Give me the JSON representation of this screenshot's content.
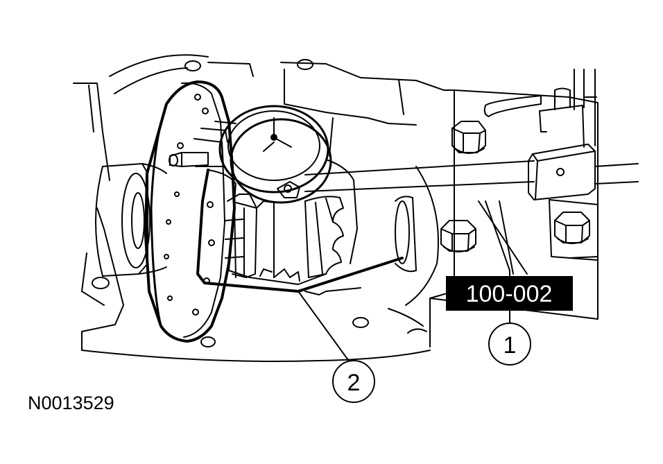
{
  "figure": {
    "figure_id": "N0013529",
    "tool_label": "100-002",
    "callouts": [
      {
        "number": "1"
      },
      {
        "number": "2"
      }
    ]
  },
  "colors": {
    "line": "#000000",
    "background": "#ffffff",
    "label_bg": "#000000",
    "label_text": "#ffffff"
  }
}
